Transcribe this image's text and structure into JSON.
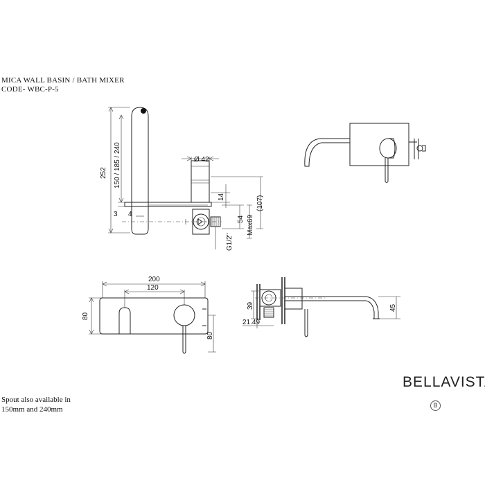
{
  "header": {
    "product_title": "MICA WALL BASIN / BATH MIXER",
    "product_code": "CODE- WBC-P-5"
  },
  "note": {
    "line1": "Spout also available in",
    "line2": "150mm and 240mm"
  },
  "brand": {
    "name": "BELLAVISTA",
    "mark": "B"
  },
  "side_view": {
    "dim_total_height": "252",
    "dim_spout_options": "150 / 185 / 240",
    "dim_diameter": "Ø 42",
    "dim_14": "14",
    "dim_3": "3",
    "dim_4": "4",
    "dim_54": "54",
    "dim_max69": "Max69",
    "dim_107": "(107)",
    "dim_thread": "G1/2\""
  },
  "front_view": {
    "dim_width": "200",
    "dim_centres": "120",
    "dim_height_left": "80",
    "dim_height_right": "80"
  },
  "top_view": {
    "dim_39": "39",
    "dim_21_49": "21.49",
    "dim_45": "45"
  }
}
